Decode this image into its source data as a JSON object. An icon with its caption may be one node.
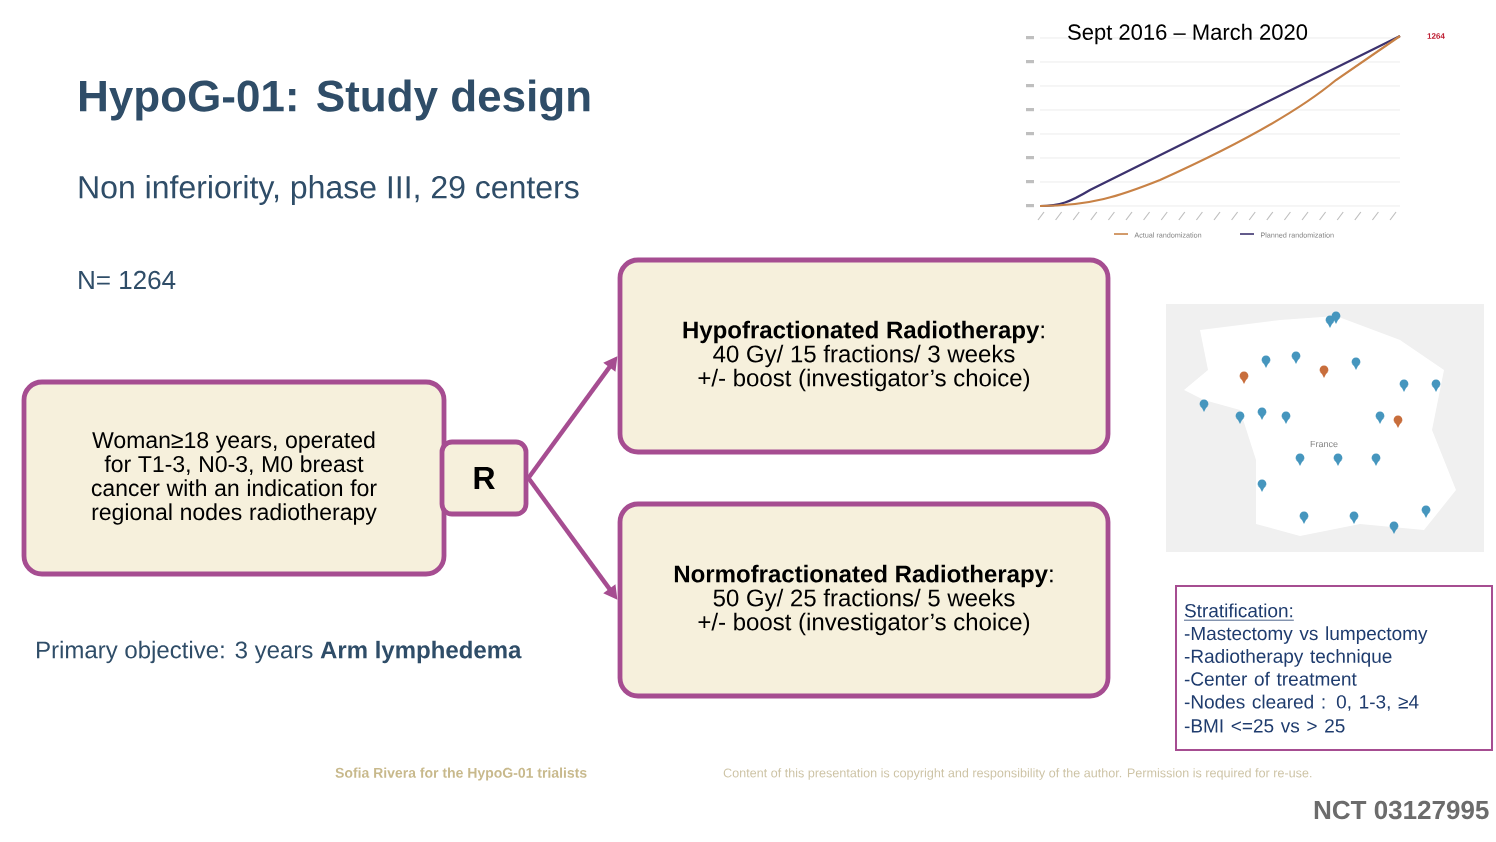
{
  "diagram": {
    "title": "HypoG-01: Study design",
    "nodes": [
      {
        "text": [
          "Woman≥18 years, operated for T1-3, N0-3, M0 breast cancer with an indication for regional nodes radiotherapy"
        ]
      },
      {
        "text": [
          "R"
        ]
      },
      {
        "text": [
          "**Hypofractionated Radiotherapy**:",
          "40 Gy/ 15 fractions/ 3 weeks +/- boost (investigator’s choice)"
        ]
      },
      {
        "text": [
          "**Normofractionated Radiotherapy**:",
          "50 Gy/ 25 fractions/ 5 weeks +/- boost (investigator’s choice)"
        ]
      },
      {
        "text": [
          "Stratification:",
          "-Mastectomy vs lumpectomy",
          "-Radiotherapy technique",
          "-Center of treatment",
          "-Nodes cleared : 0, 1-3, ≥4",
          "-BMI <=25 vs > 25"
        ]
      }
    ],
    "edges": [
      {
        "from": 1,
        "to": 2,
        "arrow": "to"
      },
      {
        "from": 1,
        "to": 3,
        "arrow": "to"
      }
    ],
    "labels": [
      "Sept 2016 – March 2020",
      "1264",
      "Non inferiority, phase III, 29 centers",
      "N= 1264",
      "France",
      "Primary objective: 3 years **Arm lymphedema**",
      "Sofia Rivera for the HypoG-01 trialists",
      "Content of this presentation is copyright and responsibility of the author. Permission is required for re-use.",
      "NCT 03127995"
    ],
    "legend": [
      {
        "text": "Actual randomization"
      },
      {
        "text": "Planned randomization"
      }
    ]
  }
}
